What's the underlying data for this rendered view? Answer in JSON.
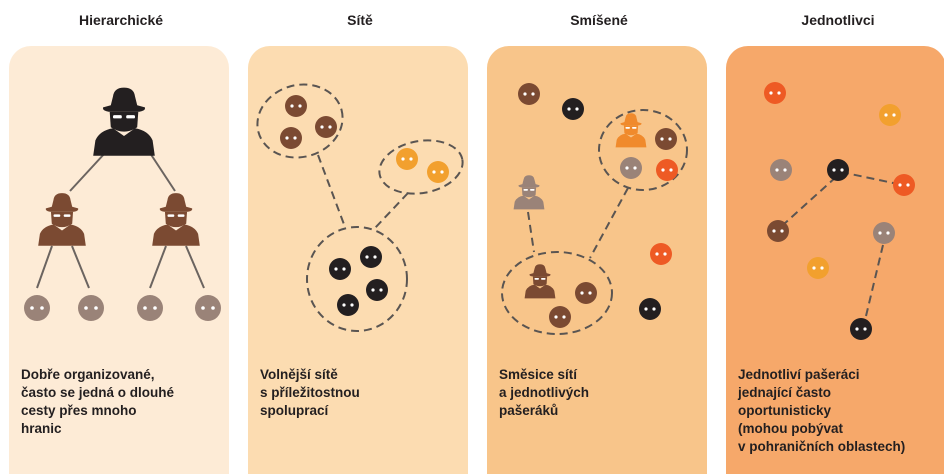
{
  "columns": [
    {
      "title": "Hierarchické",
      "caption": "Dobře organizované,\nčasto se jedná o dlouhé\ncesty přes mnoho\nhranic",
      "panel_color": "#fdebd6"
    },
    {
      "title": "Sítě",
      "caption": "Volnější sítě\ns příležitostnou\nspoluprací",
      "panel_color": "#fcdcb1"
    },
    {
      "title": "Smíšené",
      "caption": "Směsice sítí\na jednotlivých\npašeráků",
      "panel_color": "#f8c58a"
    },
    {
      "title": "Jednotlivci",
      "caption": "Jednotliví pašeráci\njednající často\noportunisticky\n(mohou pobývat\nv pohraničních oblastech)",
      "panel_color": "#f6a86a"
    }
  ],
  "colors": {
    "black": "#231f20",
    "brown_dark": "#5d3a2e",
    "brown": "#7b4a32",
    "grey": "#9a8378",
    "orange": "#f08a2c",
    "red_orange": "#ee5a24",
    "amber": "#f2a02e"
  }
}
